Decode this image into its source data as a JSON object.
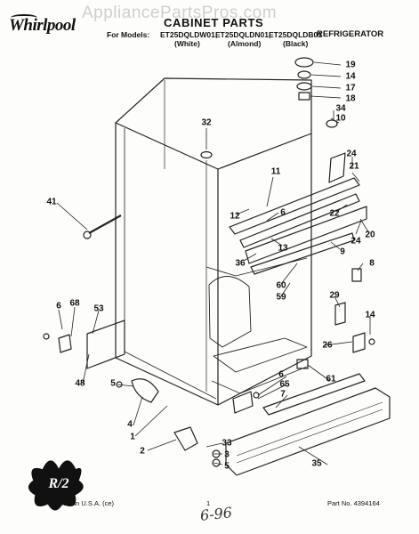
{
  "watermark": "AppliancePartsPros.com",
  "header": {
    "brand": "Whirlpool",
    "title": "CABINET PARTS",
    "models_label": "For Models:",
    "models": [
      "ET25DQLDW01,",
      "ET25DQLDN01,",
      "ET25DQLDB01"
    ],
    "finishes": [
      "(White)",
      "(Almond)",
      "(Black)"
    ],
    "category": "REFRIGERATOR"
  },
  "callouts": [
    "19",
    "14",
    "17",
    "18",
    "34",
    "10",
    "32",
    "11",
    "24",
    "21",
    "22",
    "12",
    "6",
    "41",
    "13",
    "36",
    "9",
    "20",
    "24",
    "8",
    "60",
    "59",
    "6",
    "68",
    "53",
    "29",
    "14",
    "26",
    "61",
    "48",
    "5",
    "4",
    "1",
    "6",
    "65",
    "7",
    "2",
    "33",
    "3",
    "5",
    "35"
  ],
  "logo_text": "R/2",
  "footer": {
    "left": "7-96 Litho in U.S.A. (ce)",
    "page": "1",
    "part_no": "Part No. 4394164",
    "handwritten": "6-96"
  }
}
